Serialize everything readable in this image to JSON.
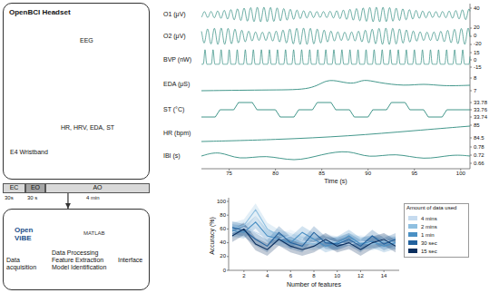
{
  "diagram": {
    "nodes": [
      {
        "text": [
          "OpenBCI Headset",
          "EEG",
          "E4 Wristband",
          "HR, HRV, EDA, ST"
        ]
      },
      {
        "text": [
          "EC"
        ]
      },
      {
        "text": [
          "EO"
        ]
      },
      {
        "text": [
          "AO"
        ]
      },
      {
        "text": [
          "Data acquisition",
          "Data Processing Feature Extraction Model Identification",
          "Interface"
        ]
      }
    ],
    "edges": [
      {
        "from": 3,
        "to": 4,
        "arrow": "to"
      }
    ],
    "labels": [
      "30s",
      "30 s",
      "4 min",
      "Open ViBE",
      "MATLAB",
      "O1 (μV)",
      "O2 (μV)",
      "BVP (nW)",
      "EDA (μS)",
      "ST (°C)",
      "HR (bpm)",
      "IBI (s)",
      "40",
      "20",
      "0",
      "-20",
      "15",
      "0",
      "-15",
      "8",
      "7",
      "33.78",
      "33.76",
      "33.74",
      "85",
      "84.5",
      "0.78",
      "0.72",
      "0.66",
      "75",
      "80",
      "85",
      "90",
      "95",
      "100",
      "Time (s)",
      "100",
      "80",
      "60",
      "40",
      "20",
      "0",
      "Accuracy (%)",
      "2",
      "4",
      "6",
      "8",
      "10",
      "12",
      "14",
      "Number of features",
      "Amount of data used"
    ],
    "legend": [
      {
        "text": "4 mins",
        "color": "#c6dbef"
      },
      {
        "text": "2 mins",
        "color": "#8fbfe0"
      },
      {
        "text": "1 min",
        "color": "#4a90c4"
      },
      {
        "text": "30 sec",
        "color": "#23629e"
      },
      {
        "text": "15 sec",
        "color": "#0b2f5e"
      }
    ]
  }
}
